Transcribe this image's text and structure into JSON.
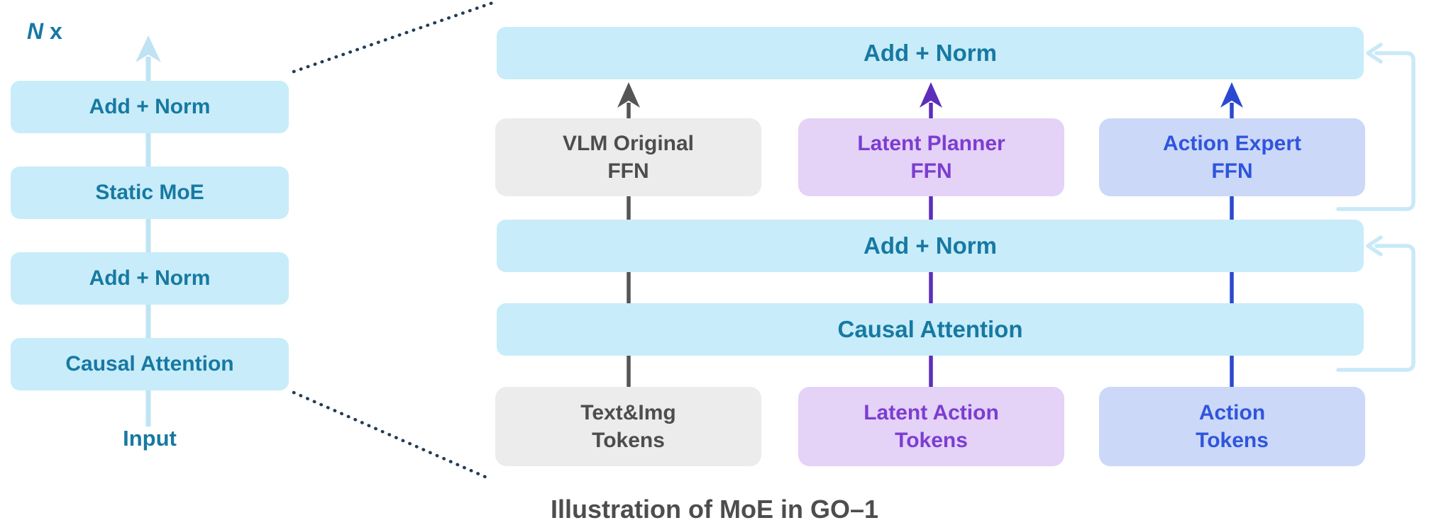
{
  "colors": {
    "box-lightblue": "#c8ecf9",
    "text-teal": "#1779a2",
    "box-gray": "#ececec",
    "text-gray": "#4d4d4d",
    "box-purple": "#e4d2f7",
    "text-purple": "#7c3dd1",
    "box-blue": "#ccd8f8",
    "text-blue": "#2f55dd",
    "arrow-gray": "#555555",
    "arrow-purple": "#5c2eba",
    "arrow-blue": "#2b49d0",
    "arrow-lightblue": "#bfe3f3",
    "residual-lightblue": "#c9e9f8",
    "dotted-line": "#223c55",
    "caption-gray": "#4d4d4d"
  },
  "left_diagram": {
    "repeat_label": {
      "n": "N",
      "x": " x"
    },
    "boxes": [
      "Add + Norm",
      "Static MoE",
      "Add + Norm",
      "Causal Attention"
    ],
    "input_label": "Input"
  },
  "right_diagram": {
    "top_add_norm": "Add + Norm",
    "ffn_row": [
      {
        "line1": "VLM Original",
        "line2": "FFN"
      },
      {
        "line1": "Latent Planner",
        "line2": "FFN"
      },
      {
        "line1": "Action Expert",
        "line2": "FFN"
      }
    ],
    "mid_add_norm": "Add + Norm",
    "causal_attention": "Causal Attention",
    "token_row": [
      {
        "line1": "Text&Img",
        "line2": "Tokens"
      },
      {
        "line1": "Latent Action",
        "line2": "Tokens"
      },
      {
        "line1": "Action",
        "line2": "Tokens"
      }
    ]
  },
  "caption": "Illustration of MoE in GO–1"
}
